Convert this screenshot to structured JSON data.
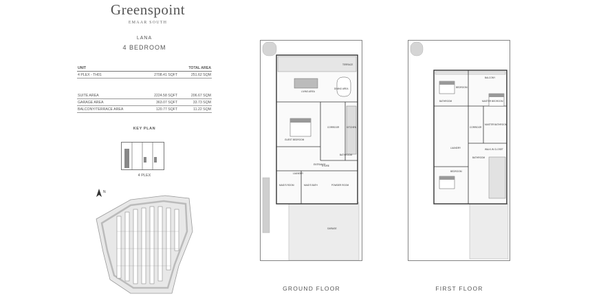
{
  "header": {
    "brand": "Greenspoint",
    "subtitle": "EMAAR SOUTH",
    "unit_name": "LANA",
    "bedrooms": "4 BEDROOM"
  },
  "area_table": {
    "headers": {
      "unit": "UNIT",
      "total_area": "TOTAL AREA"
    },
    "rows": [
      {
        "name": "4 PLEX - TH01",
        "sqft": "2708.41 SQFT",
        "sqm": "251.62 SQM"
      },
      {
        "name": "SUITE AREA",
        "sqft": "2224.58 SQFT",
        "sqm": "206.67 SQM"
      },
      {
        "name": "GARAGE AREA",
        "sqft": "363.07 SQFT",
        "sqm": "33.73 SQM"
      },
      {
        "name": "BALCONY/TERRACE AREA",
        "sqft": "120.77 SQFT",
        "sqm": "11.22 SQM"
      }
    ]
  },
  "key_plan": {
    "title": "KEY PLAN",
    "label": "4 PLEX"
  },
  "site_plan": {
    "north": "N"
  },
  "ground_floor": {
    "label": "GROUND FLOOR",
    "rooms": [
      "TERRACE",
      "LIVING AREA",
      "DINING AREA",
      "GUEST BEDROOM",
      "KITCHEN",
      "CORRIDOR",
      "BATHROOM",
      "STORE",
      "LAUNDRY",
      "ENTRANCE",
      "MAID'S ROOM",
      "MAID'S BATH",
      "POWDER ROOM",
      "GARAGE"
    ]
  },
  "first_floor": {
    "label": "FIRST FLOOR",
    "rooms": [
      "BALCONY",
      "BEDROOM",
      "BATHROOM",
      "MASTER BEDROOM",
      "CORRIDOR",
      "MASTER BATHROOM",
      "WALK-IN CLOSET",
      "LAUNDRY",
      "BEDROOM",
      "BATHROOM"
    ]
  }
}
